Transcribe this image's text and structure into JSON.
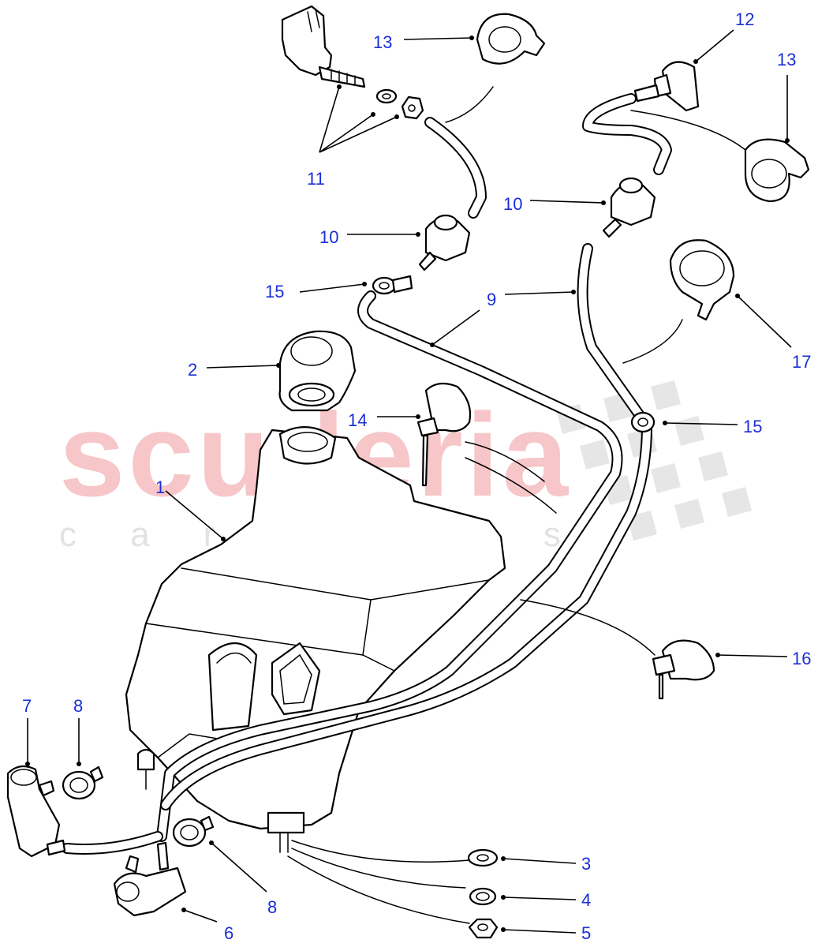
{
  "watermark": {
    "brand": "scuderia",
    "subtitle": "c a r p a r t s"
  },
  "colors": {
    "callout": "#1a2fd6",
    "watermark_brand": "#f6c6c8",
    "watermark_sub": "#e2e2e2",
    "lines": "#000000"
  },
  "callouts": [
    {
      "id": "c1",
      "label": "1"
    },
    {
      "id": "c2",
      "label": "2"
    },
    {
      "id": "c3",
      "label": "3"
    },
    {
      "id": "c4",
      "label": "4"
    },
    {
      "id": "c5",
      "label": "5"
    },
    {
      "id": "c6",
      "label": "6"
    },
    {
      "id": "c7",
      "label": "7"
    },
    {
      "id": "c8a",
      "label": "8"
    },
    {
      "id": "c8b",
      "label": "8"
    },
    {
      "id": "c9",
      "label": "9"
    },
    {
      "id": "c10a",
      "label": "10"
    },
    {
      "id": "c10b",
      "label": "10"
    },
    {
      "id": "c11",
      "label": "11"
    },
    {
      "id": "c12",
      "label": "12"
    },
    {
      "id": "c13a",
      "label": "13"
    },
    {
      "id": "c13b",
      "label": "13"
    },
    {
      "id": "c14",
      "label": "14"
    },
    {
      "id": "c15a",
      "label": "15"
    },
    {
      "id": "c15b",
      "label": "15"
    },
    {
      "id": "c16",
      "label": "16"
    },
    {
      "id": "c17",
      "label": "17"
    }
  ]
}
